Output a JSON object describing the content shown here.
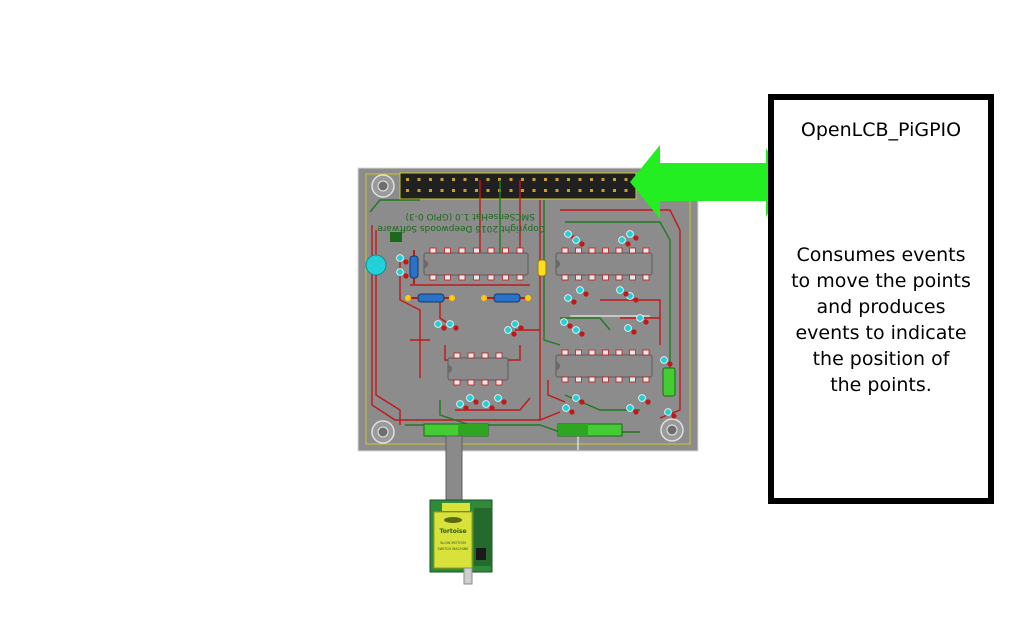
{
  "info_box": {
    "title": "OpenLCB_PiGPIO",
    "description": "Consumes events\nto move the points\nand produces\nevents to indicate\nthe position of\nthe points."
  },
  "board": {
    "silk_line1": "SMCSenseHat 1.0 (GPIO 0-3)",
    "silk_line2": "Copyright 2016 Deepwoods Software"
  },
  "switch_machine": {
    "brand": "Tortoise",
    "line1": "SLOW MOTION",
    "line2": "SWITCH MACHINE"
  },
  "colors": {
    "arrow": "#22ee22",
    "pcb": "#8c8c8c",
    "trace_red": "#c21818",
    "trace_green": "#1f7a1f",
    "pad_cyan": "#22d0d8",
    "connector_green": "#44cc33",
    "tortoise_green": "#2f8a3a",
    "tortoise_label": "#d8e23a"
  }
}
